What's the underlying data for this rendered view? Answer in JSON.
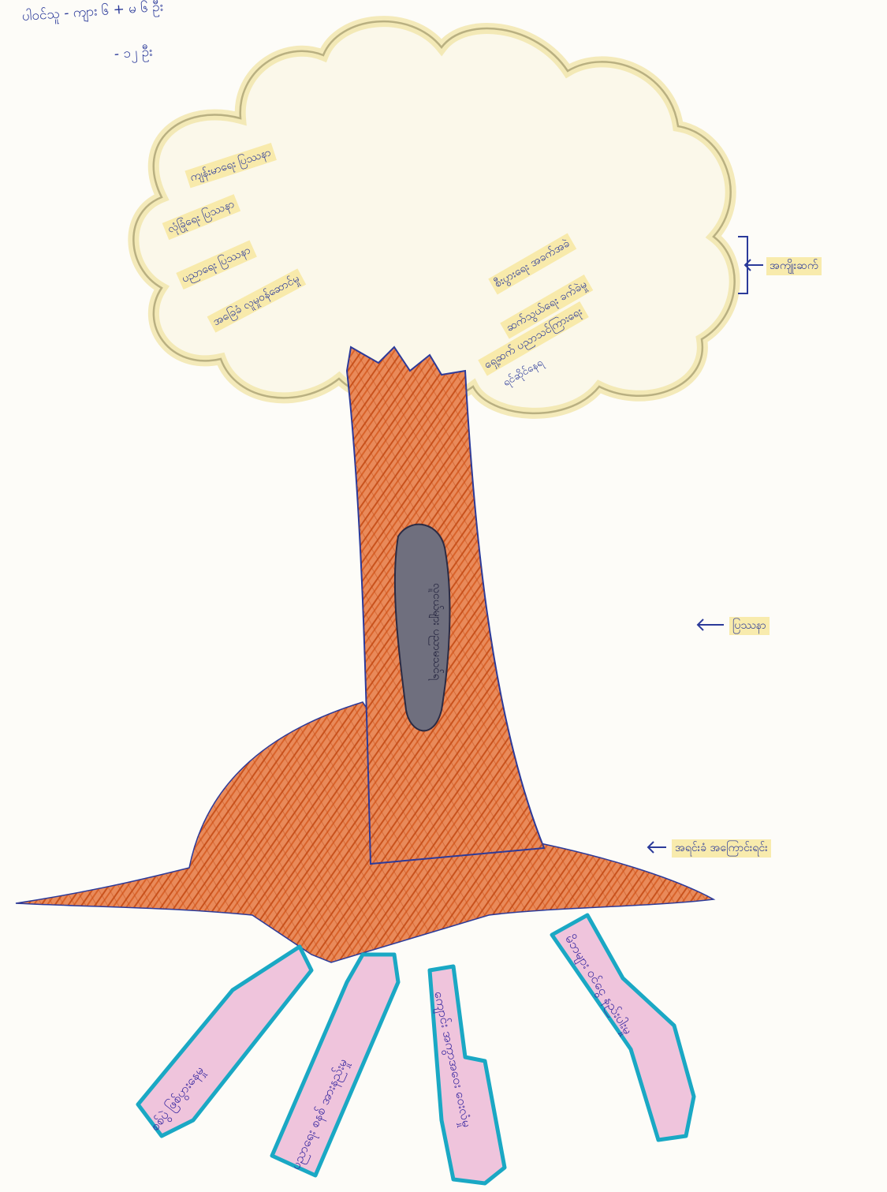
{
  "header": {
    "line1": "ပါဝင်သူ - ကျား ၆ + မ ၆ ဦး",
    "line2": "- ၁၂ ဦး"
  },
  "crown_left_labels": [
    "ကျန်းမာရေး ပြဿနာ",
    "လုံခြုံရေး ပြဿနာ",
    "ပညာရေး ပြဿနာ",
    "အခြေခံ လူမှုဝန်ဆောင်မှု"
  ],
  "crown_right_labels": [
    "စီးပွားရေး အခက်အခဲ",
    "ရှေ့ဆက် ပညာသင်ကြားရေး",
    "ဆက်သွယ်ရေး ခက်ခဲမှု",
    "ရင်ဆိုင်နေရ"
  ],
  "side_labels": {
    "crown": "အကျိုးဆက်",
    "trunk": "ပြဿနာ",
    "base": "အရင်းခံ အကြောင်းရင်း"
  },
  "trunk_label": "လူငယ်များ ပညာမသင်ရ",
  "root_labels": [
    "စစ်ပွဲ ဖြစ်ပွားနေမှု",
    "ပညာရေး စနစ် အားနည်းမှု",
    "ကျောင်း အကွာအဝေး ဝေးလံမှု",
    "မိဘများ ဝင်ငွေ နည်းပါးမှု"
  ],
  "colors": {
    "ink": "#2b3a9a",
    "trunk": "#d9632a",
    "crown_outline": "#3a3a3a",
    "crown_fill": "#f2e7a8",
    "root_border": "#1aa8c4",
    "root_fill": "#efc4dc",
    "hole": "#6f6f7e",
    "highlight": "#f7e8a0"
  },
  "icons": [
    "arrow-left-icon"
  ]
}
